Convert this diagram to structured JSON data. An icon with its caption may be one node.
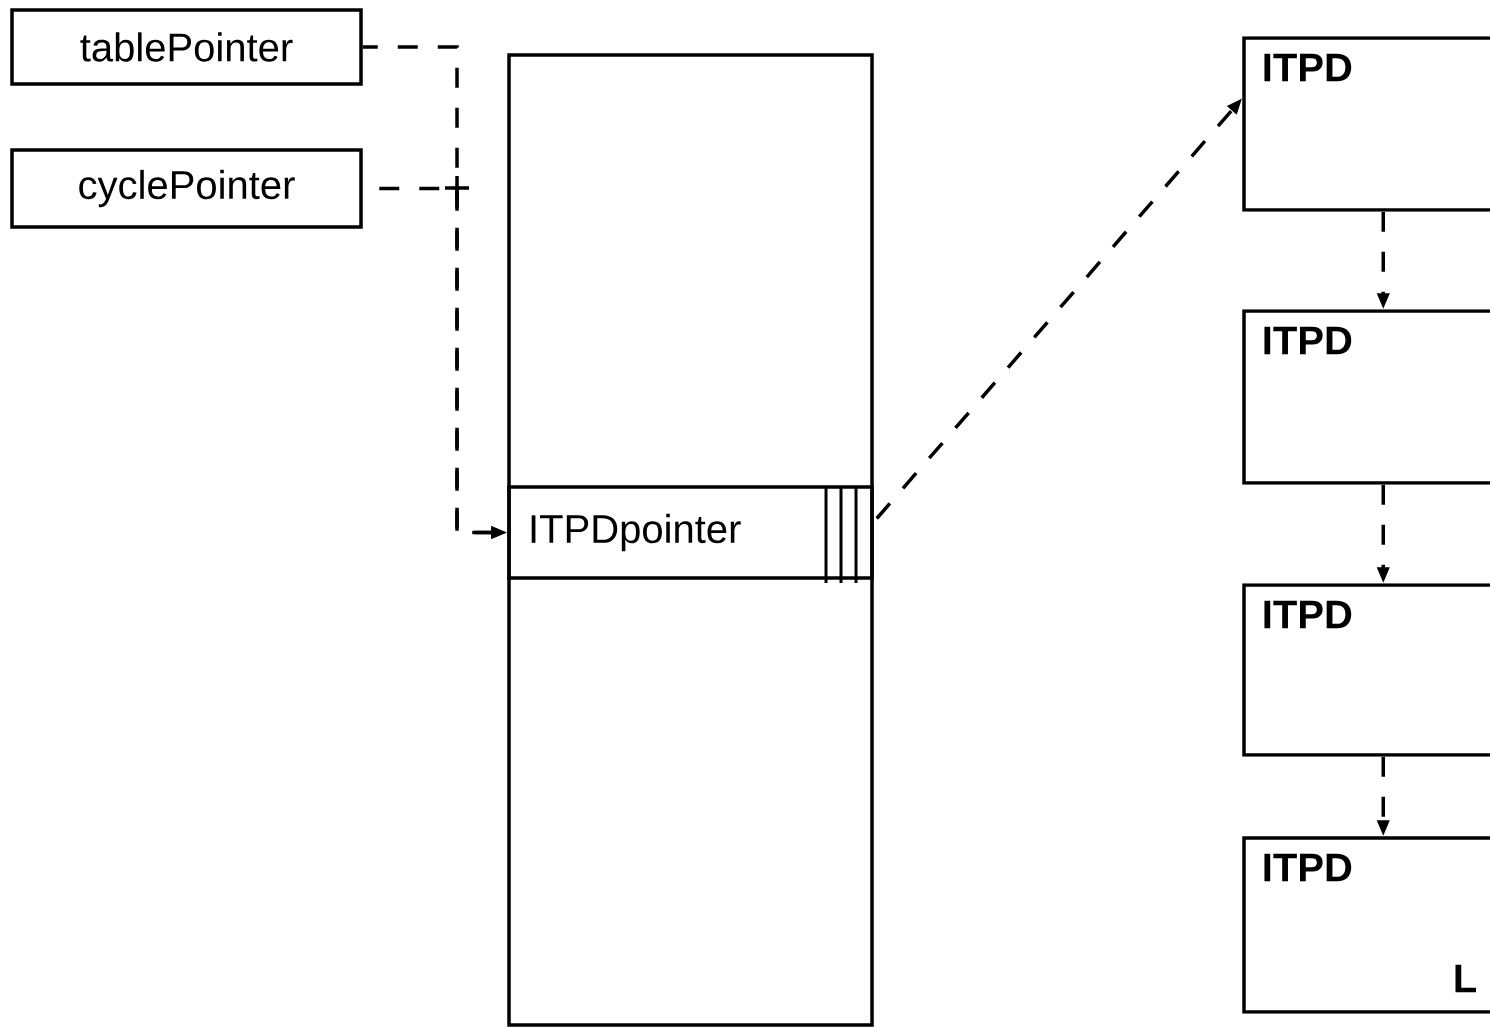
{
  "diagram": {
    "nodes": [
      {
        "text": [
          "tablePointer"
        ]
      },
      {
        "text": [
          "cyclePointer"
        ]
      },
      {
        "text": [],
        "shape": "box"
      },
      {
        "text": [
          "ITPDpointer"
        ],
        "in": 2
      },
      {
        "text": [
          "ITPD"
        ]
      },
      {
        "text": [
          "ITPD"
        ]
      },
      {
        "text": [
          "ITPD"
        ]
      },
      {
        "text": [
          "ITPD",
          "L"
        ]
      }
    ],
    "edges": [
      {
        "from": 0,
        "to": 3,
        "arrow": "to",
        "style": "dashed"
      },
      {
        "from": 1,
        "to": 3,
        "arrow": "to",
        "style": "dashed"
      },
      {
        "from": 3,
        "to": 4,
        "arrow": "to",
        "style": "dashed"
      },
      {
        "from": 4,
        "to": 5,
        "arrow": "to",
        "style": "dashed"
      },
      {
        "from": 5,
        "to": 6,
        "arrow": "to",
        "style": "dashed"
      },
      {
        "from": 6,
        "to": 7,
        "arrow": "to",
        "style": "dashed"
      }
    ]
  }
}
